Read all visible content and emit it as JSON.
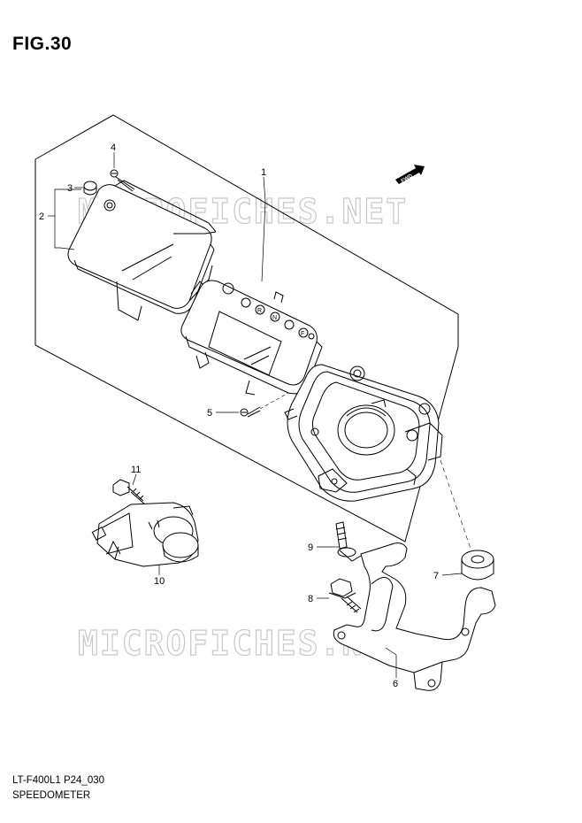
{
  "figure": {
    "title": "FIG.30",
    "code": "LT-F400L1 P24_030",
    "name": "SPEEDOMETER"
  },
  "watermark": "MICROFICHES.NET",
  "fwd_label": "FWD",
  "indicators": [
    "R",
    "N",
    "F"
  ],
  "callouts": {
    "c1": "1",
    "c2": "2",
    "c3": "3",
    "c4": "4",
    "c5": "5",
    "c6": "6",
    "c7": "7",
    "c8": "8",
    "c9": "9",
    "c10": "10",
    "c11": "11"
  }
}
